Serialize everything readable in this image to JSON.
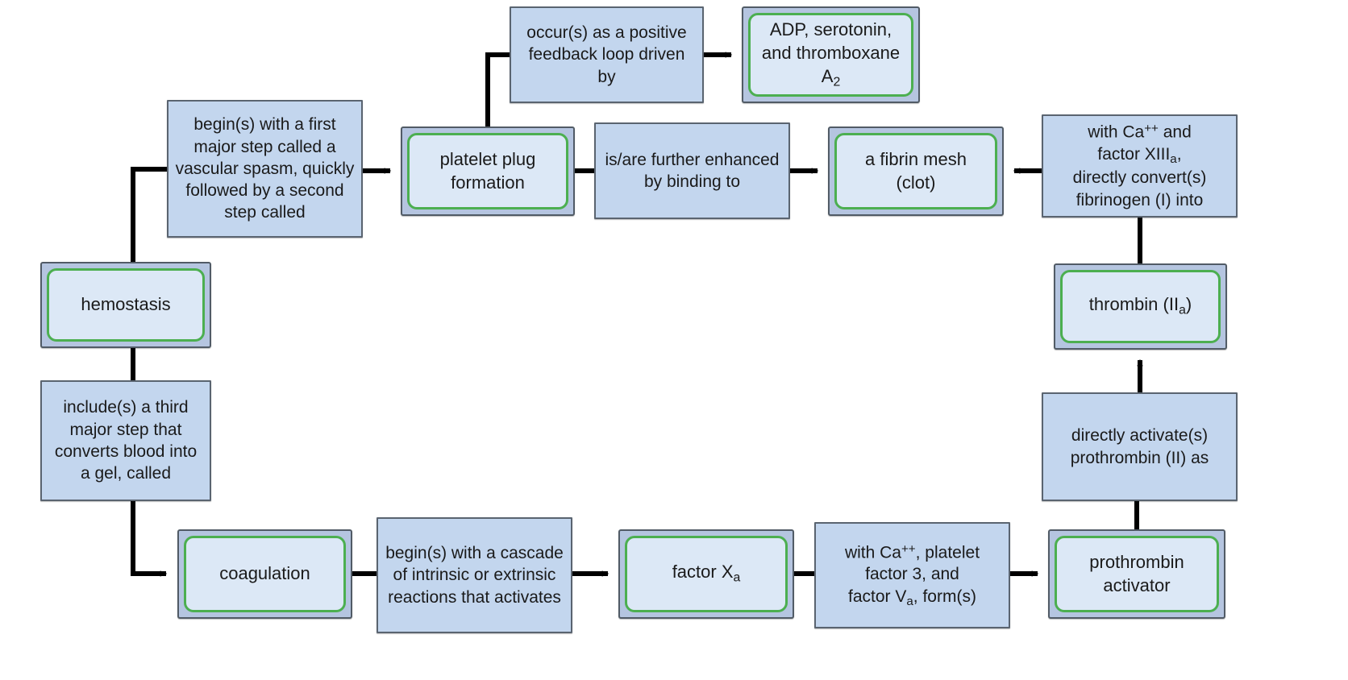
{
  "diagram": {
    "title": "Hemostasis concept map",
    "colors": {
      "phrase_fill": "#c3d6ee",
      "phrase_border": "#5a6470",
      "concept_frame_fill": "#b5c5e0",
      "concept_frame_border": "#515b66",
      "concept_inner_fill": "#dce8f6",
      "concept_accent": "#4caf50",
      "edge": "#000000",
      "background": "#ffffff"
    }
  },
  "nodes": {
    "positive_feedback": {
      "type": "phrase",
      "text": "occur(s) as a positive feedback loop driven by"
    },
    "adp_serotonin": {
      "type": "concept",
      "text": "ADP, serotonin, and thromboxane A",
      "subscript": "2"
    },
    "vascular_spasm": {
      "type": "phrase",
      "text": "begin(s) with a first major step called a vascular spasm, quickly followed by a second step called"
    },
    "platelet_plug": {
      "type": "concept",
      "text": "platelet plug formation"
    },
    "enhanced_binding": {
      "type": "phrase",
      "text": "is/are further enhanced by binding to"
    },
    "fibrin_mesh": {
      "type": "concept",
      "text": "a fibrin mesh (clot)"
    },
    "with_ca_xiii": {
      "type": "phrase",
      "line1_pre": "with Ca",
      "line1_sup": "++",
      "line1_post": " and",
      "line2_pre": "factor XIII",
      "line2_sub": "a",
      "line2_post": ",",
      "line3": "directly convert(s)",
      "line4": "fibrinogen (I) into"
    },
    "hemostasis": {
      "type": "concept",
      "text": "hemostasis"
    },
    "thrombin": {
      "type": "concept",
      "text_pre": "thrombin (II",
      "text_sub": "a",
      "text_post": ")"
    },
    "third_major_step": {
      "type": "phrase",
      "text": "include(s) a third major step that converts blood into a gel, called"
    },
    "directly_activates": {
      "type": "phrase",
      "text": "directly activate(s) prothrombin (II) as"
    },
    "coagulation": {
      "type": "concept",
      "text": "coagulation"
    },
    "cascade": {
      "type": "phrase",
      "text": "begin(s) with a cascade of intrinsic or extrinsic reactions that activates"
    },
    "factor_xa": {
      "type": "concept",
      "text_pre": "factor X",
      "text_sub": "a",
      "text_post": ""
    },
    "with_ca_pf3": {
      "type": "phrase",
      "line1_pre": "with Ca",
      "line1_sup": "++",
      "line1_post": ", platelet",
      "line2": "factor 3, and",
      "line3_pre": "factor V",
      "line3_sub": "a",
      "line3_post": ", form(s)"
    },
    "prothrombin_activator": {
      "type": "concept",
      "text": "prothrombin activator"
    }
  }
}
